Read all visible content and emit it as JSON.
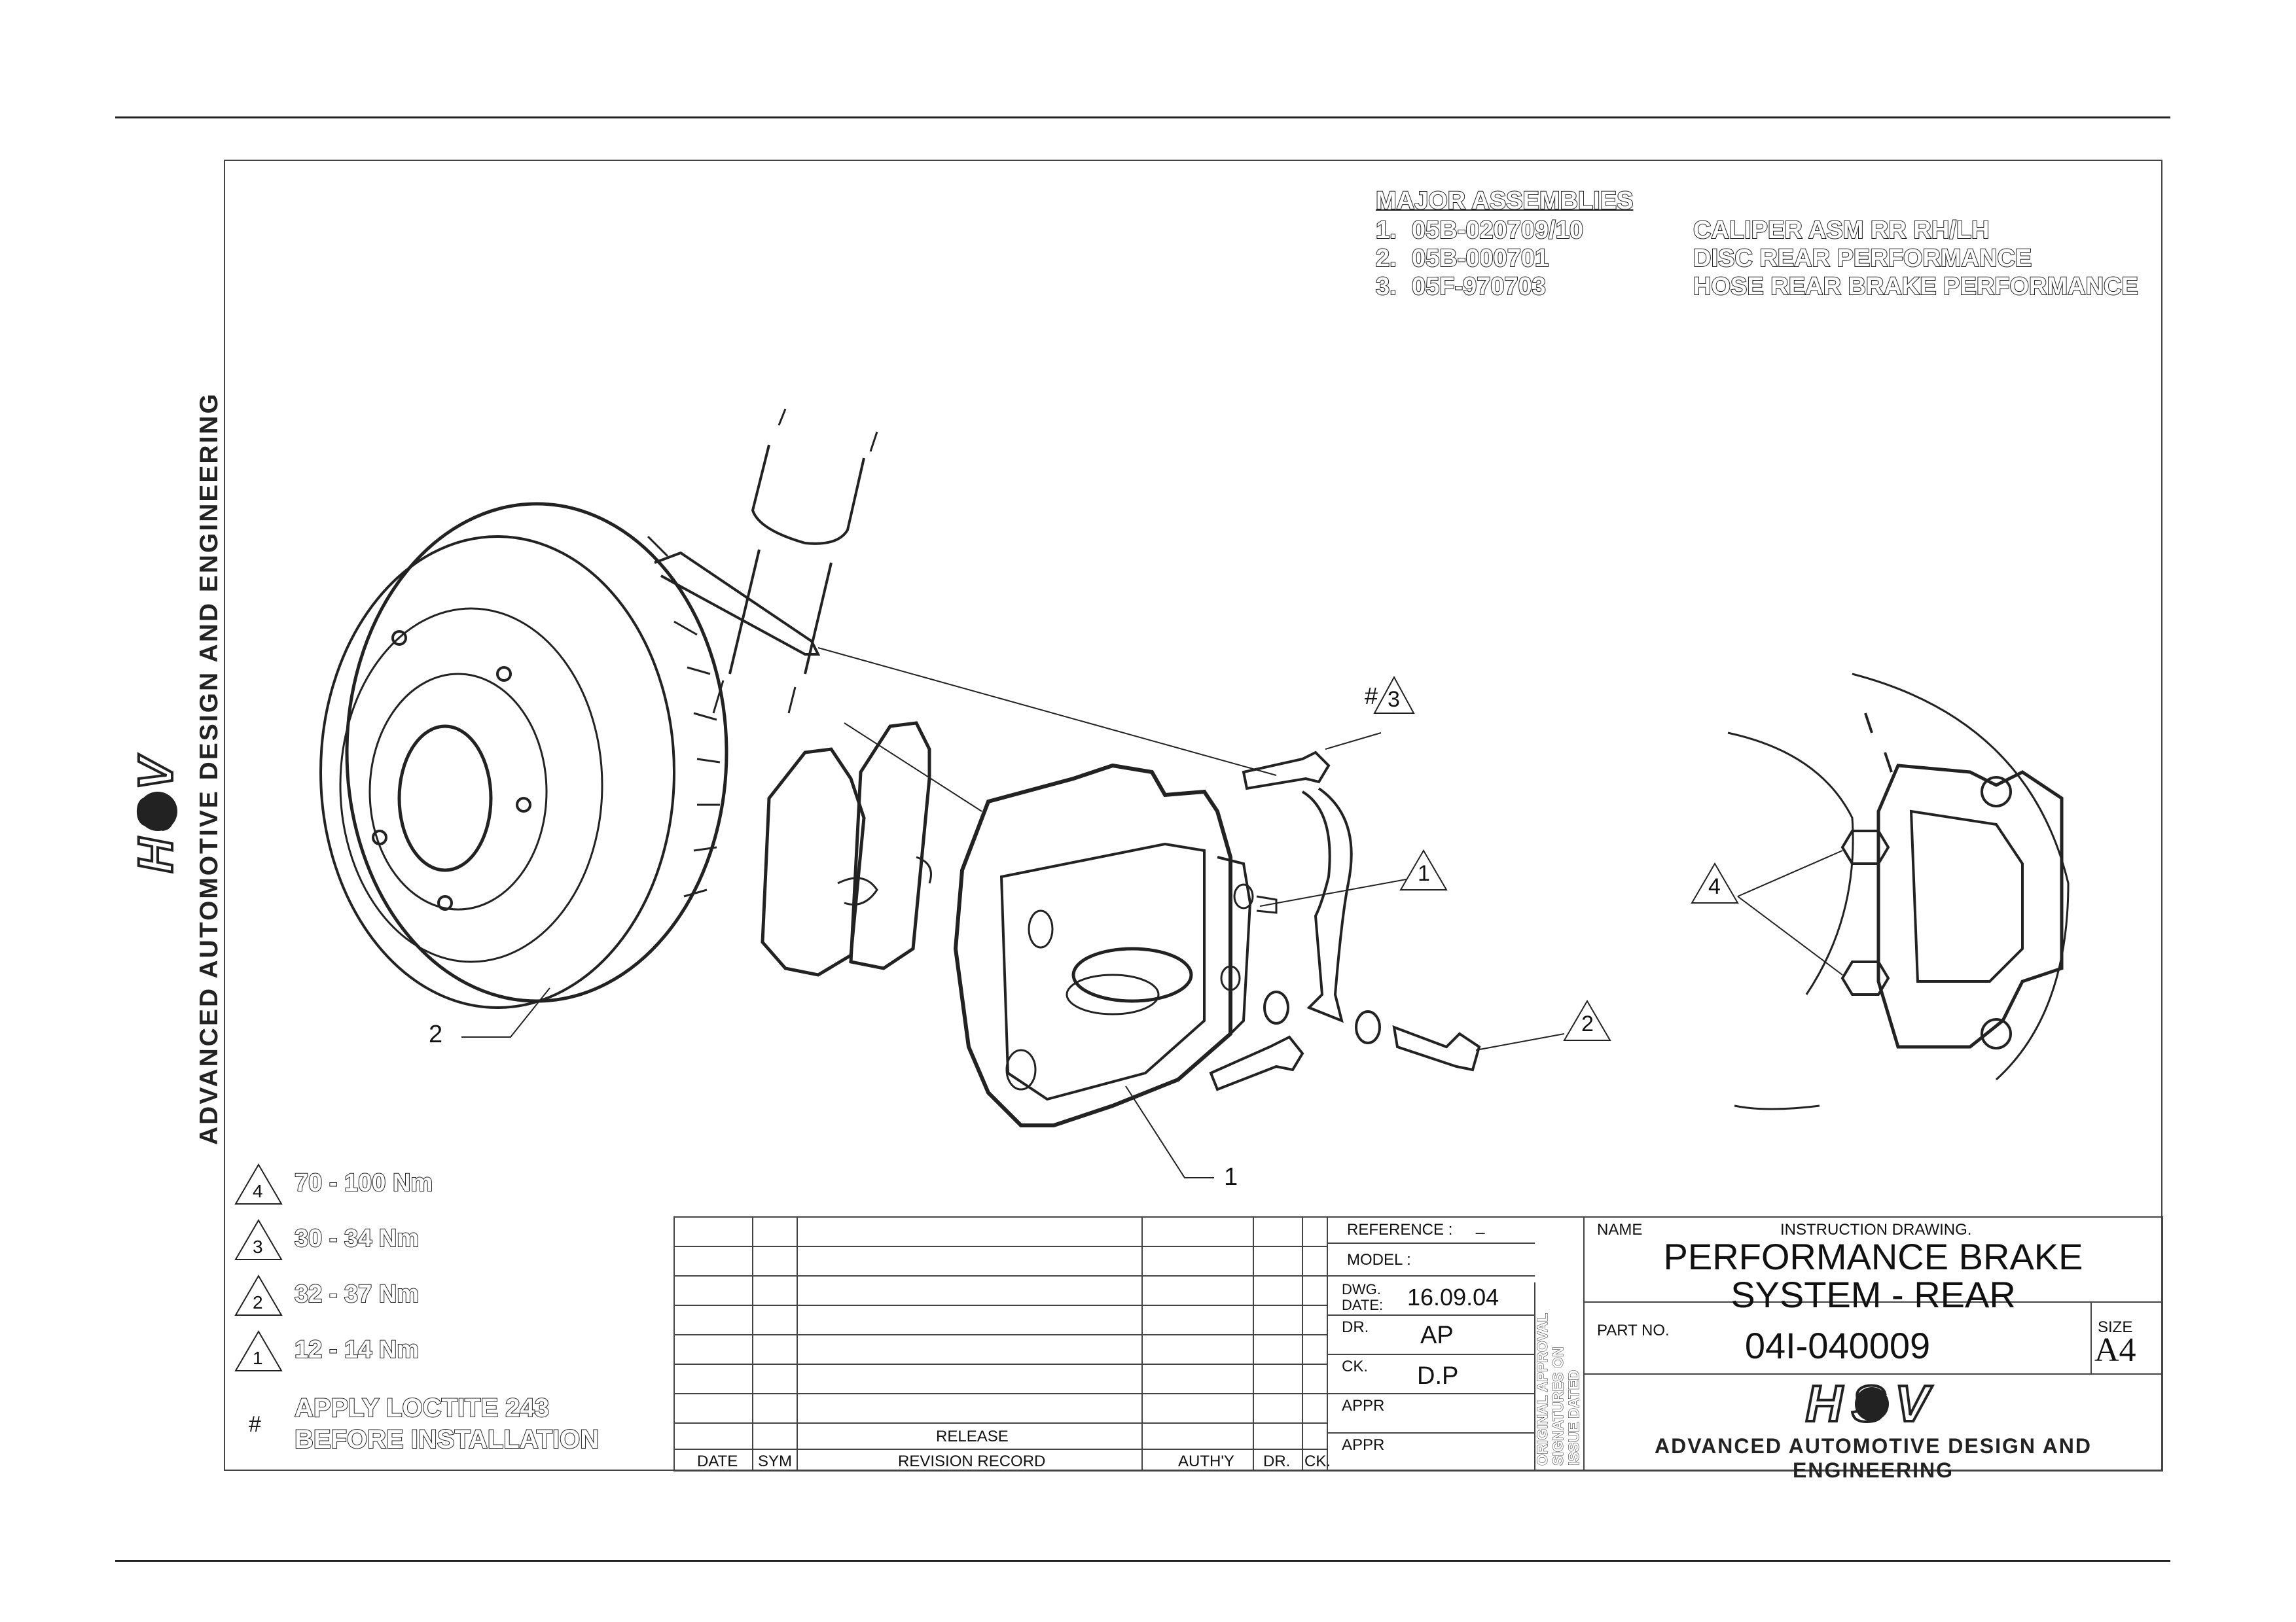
{
  "company": {
    "tagline": "ADVANCED AUTOMOTIVE DESIGN AND ENGINEERING",
    "logo_text": "HSV"
  },
  "major_assemblies": {
    "heading": "MAJOR ASSEMBLIES",
    "items": [
      {
        "num": "1.",
        "part": "05B-020709/10",
        "desc": "CALIPER ASM RR RH/LH"
      },
      {
        "num": "2.",
        "part": "05B-000701",
        "desc": "DISC REAR PERFORMANCE"
      },
      {
        "num": "3.",
        "part": "05F-970703",
        "desc": "HOSE REAR BRAKE PERFORMANCE"
      }
    ]
  },
  "callouts": {
    "caliper": "1",
    "disc": "2",
    "torque_1": "1",
    "torque_2": "2",
    "torque_3": "3",
    "torque_4": "4",
    "hash": "#"
  },
  "torque_legend": [
    {
      "symbol": "4",
      "text": "70 - 100 Nm"
    },
    {
      "symbol": "3",
      "text": "30 - 34 Nm"
    },
    {
      "symbol": "2",
      "text": "32 - 37 Nm"
    },
    {
      "symbol": "1",
      "text": "12 - 14 Nm"
    }
  ],
  "loctite_note": {
    "symbol": "#",
    "line1": "APPLY LOCTITE 243",
    "line2": "BEFORE INSTALLATION"
  },
  "revision_block": {
    "release_label": "RELEASE",
    "headers": {
      "date": "DATE",
      "sym": "SYM",
      "record": "REVISION RECORD",
      "auth": "AUTH'Y",
      "dr": "DR.",
      "ck": "CK."
    }
  },
  "info_block": {
    "reference_label": "REFERENCE :",
    "reference_value": "_",
    "model_label": "MODEL :",
    "dwg_date_label_1": "DWG.",
    "dwg_date_label_2": "DATE:",
    "dwg_date_value": "16.09.04",
    "dr_label": "DR.",
    "dr_value": "AP",
    "ck_label": "CK.",
    "ck_value": "D.P",
    "appr1_label": "APPR",
    "appr2_label": "APPR",
    "signature_note_1": "ORIGINAL APPROVAL",
    "signature_note_2": "SIGNATURES ON",
    "signature_note_3": "ISSUE DATED"
  },
  "title_block": {
    "name_label": "NAME",
    "instruction_label": "INSTRUCTION DRAWING.",
    "title_line1": "PERFORMANCE BRAKE",
    "title_line2": "SYSTEM - REAR",
    "part_no_label": "PART NO.",
    "part_no_value": "04I-040009",
    "size_label": "SIZE",
    "size_value": "A4"
  }
}
